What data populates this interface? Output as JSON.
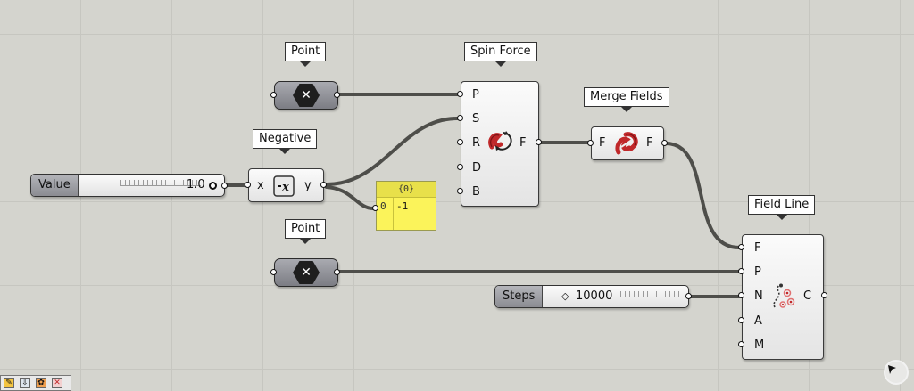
{
  "canvas": {
    "background": "#d4d4ce",
    "wire_color": "#4e4e4a",
    "panel_color": "#fbf35a"
  },
  "components": {
    "point_top": {
      "label": "Point",
      "icon": "point-x-icon"
    },
    "point_bottom": {
      "label": "Point",
      "icon": "point-x-icon"
    },
    "negative": {
      "label": "Negative",
      "input": "x",
      "output": "y",
      "icon": "negative-icon"
    },
    "value_slider": {
      "name": "Value",
      "value": "1.0"
    },
    "spin_force": {
      "label": "Spin Force",
      "inputs": [
        "P",
        "S",
        "R",
        "D",
        "B"
      ],
      "output": "F",
      "icon": "spin-force-icon"
    },
    "merge_fields": {
      "label": "Merge Fields",
      "input": "F",
      "output": "F",
      "icon": "merge-fields-icon"
    },
    "panel": {
      "path": "{0}",
      "index": "0",
      "value": "-1"
    },
    "field_line": {
      "label": "Field Line",
      "inputs": [
        "F",
        "P",
        "N",
        "A",
        "M"
      ],
      "output": "C",
      "icon": "field-line-icon"
    },
    "steps_slider": {
      "name": "Steps",
      "value": "10000"
    }
  },
  "toolbar": {
    "icons": [
      "sketch-icon",
      "download-icon",
      "component-icon",
      "delete-icon"
    ]
  }
}
